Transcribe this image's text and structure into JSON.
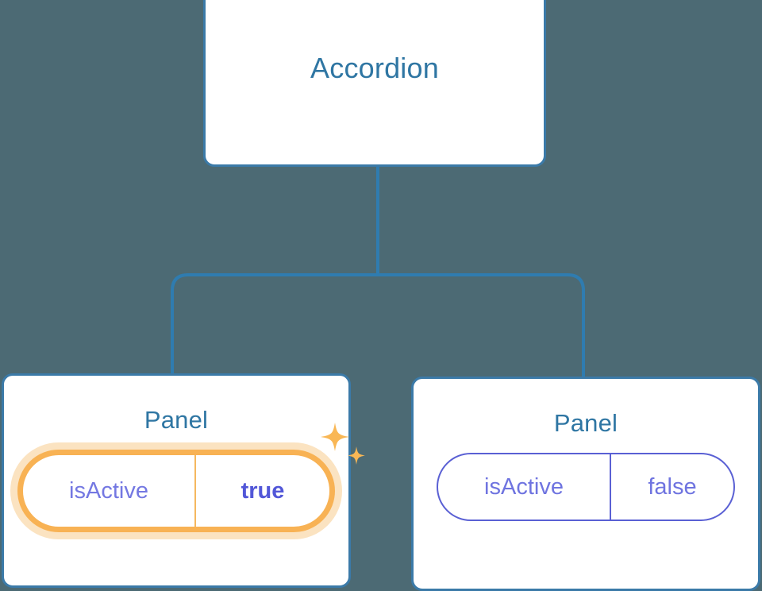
{
  "diagram": {
    "type": "component-tree",
    "background_color": "#4c6a74",
    "edge_color": "#2f7cb0",
    "root": {
      "title": "Accordion",
      "title_color": "#2f76a3",
      "border_color": "#3b7aa8"
    },
    "children": [
      {
        "title": "Panel",
        "highlighted": true,
        "sparkle": true,
        "prop": {
          "key": "isActive",
          "value": "true",
          "key_color": "#7478e2",
          "value_color": "#5257d8",
          "highlight_color": "#f8b254",
          "glow_color": "#fbe3c1"
        }
      },
      {
        "title": "Panel",
        "highlighted": false,
        "sparkle": false,
        "prop": {
          "key": "isActive",
          "value": "false",
          "key_color": "#6f74e0",
          "value_color": "#6f74e0",
          "border_color": "#5a60d4"
        }
      }
    ],
    "icons": {
      "sparkle_large": "sparkle-icon",
      "sparkle_small": "sparkle-small-icon"
    }
  }
}
